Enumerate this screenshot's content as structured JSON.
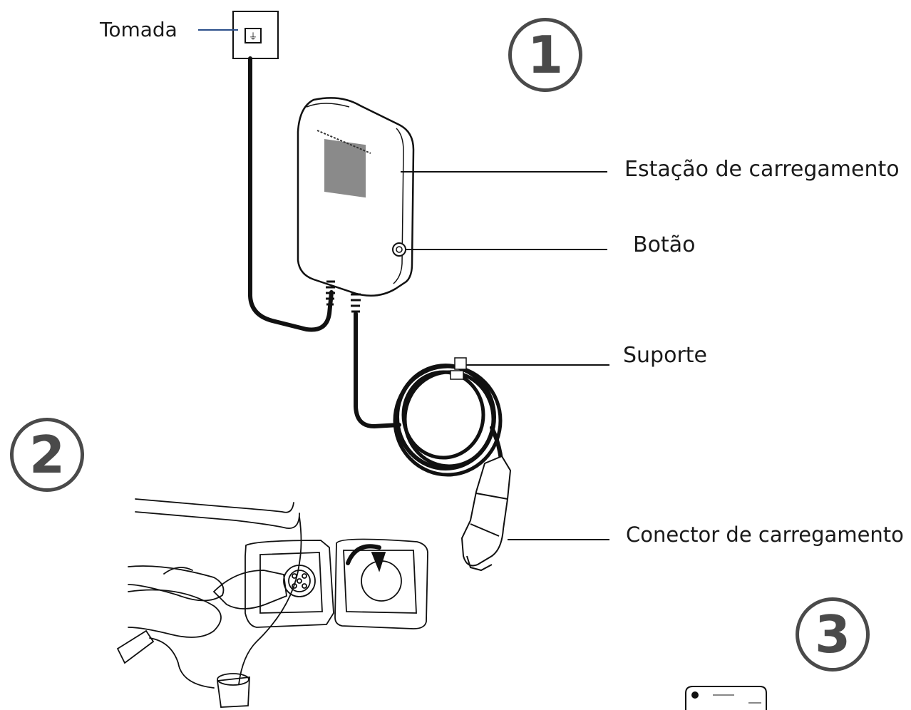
{
  "labels": {
    "outlet": "Tomada",
    "station": "Estação de carregamento",
    "button": "Botão",
    "holder": "Suporte",
    "connector": "Conector de carregamento"
  },
  "steps": [
    "1",
    "2",
    "3"
  ]
}
